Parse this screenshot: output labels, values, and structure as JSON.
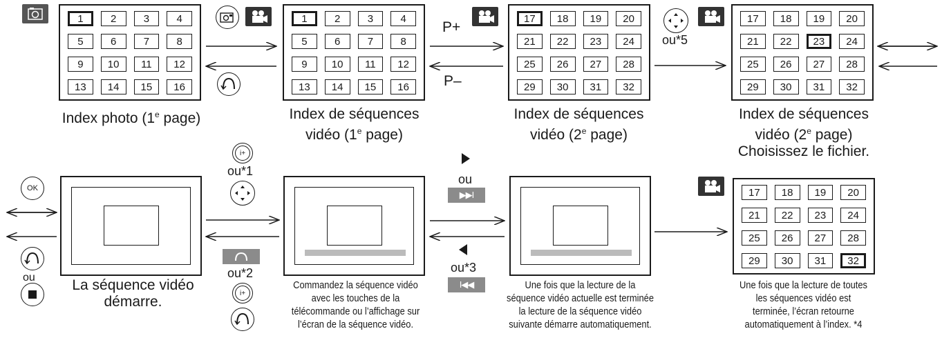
{
  "top": {
    "grid1": [
      "1",
      "2",
      "3",
      "4",
      "5",
      "6",
      "7",
      "8",
      "9",
      "10",
      "11",
      "12",
      "13",
      "14",
      "15",
      "16"
    ],
    "grid2": [
      "17",
      "18",
      "19",
      "20",
      "21",
      "22",
      "23",
      "24",
      "25",
      "26",
      "27",
      "28",
      "29",
      "30",
      "31",
      "32"
    ],
    "label_p_plus": "P+",
    "label_p_minus": "P–",
    "label_ou5": "ou*5",
    "caption1_a": "Index photo (1",
    "caption1_sup": "e",
    "caption1_b": " page)",
    "caption2_line1": "Index de séquences",
    "caption2_a": "vidéo (1",
    "caption2_sup": "e",
    "caption2_b": " page)",
    "caption3_line1": "Index de séquences",
    "caption3_a": "vidéo (2",
    "caption3_sup": "e",
    "caption3_b": " page)",
    "caption4_line1": "Index de séquences",
    "caption4_a": "vidéo (2",
    "caption4_sup": "e",
    "caption4_b": " page)",
    "caption4_line3": "Choisissez le fichier."
  },
  "bottom": {
    "ok_label": "OK",
    "info_label": "i+",
    "ou": "ou",
    "ou1": "ou*1",
    "ou2": "ou*2",
    "ou3": "ou*3",
    "caption_start_line1": "La séquence vidéo",
    "caption_start_line2": "démarre.",
    "caption_control": [
      "Commandez la séquence vidéo",
      "avec les touches de la",
      "télécommande ou l’affichage sur",
      "l’écran de la séquence vidéo."
    ],
    "caption_next": [
      "Une fois que la lecture de la",
      "séquence vidéo actuelle est terminée",
      "la lecture de la séquence vidéo",
      "suivante démarre automatiquement."
    ],
    "caption_end": [
      "Une fois que la lecture de toutes",
      "les séquences vidéo est",
      "terminée, l’écran retourne",
      "automatiquement à l’index. *4"
    ],
    "next_button": "▶▶I",
    "prev_button": "I◀◀",
    "return_button": "⌒"
  }
}
